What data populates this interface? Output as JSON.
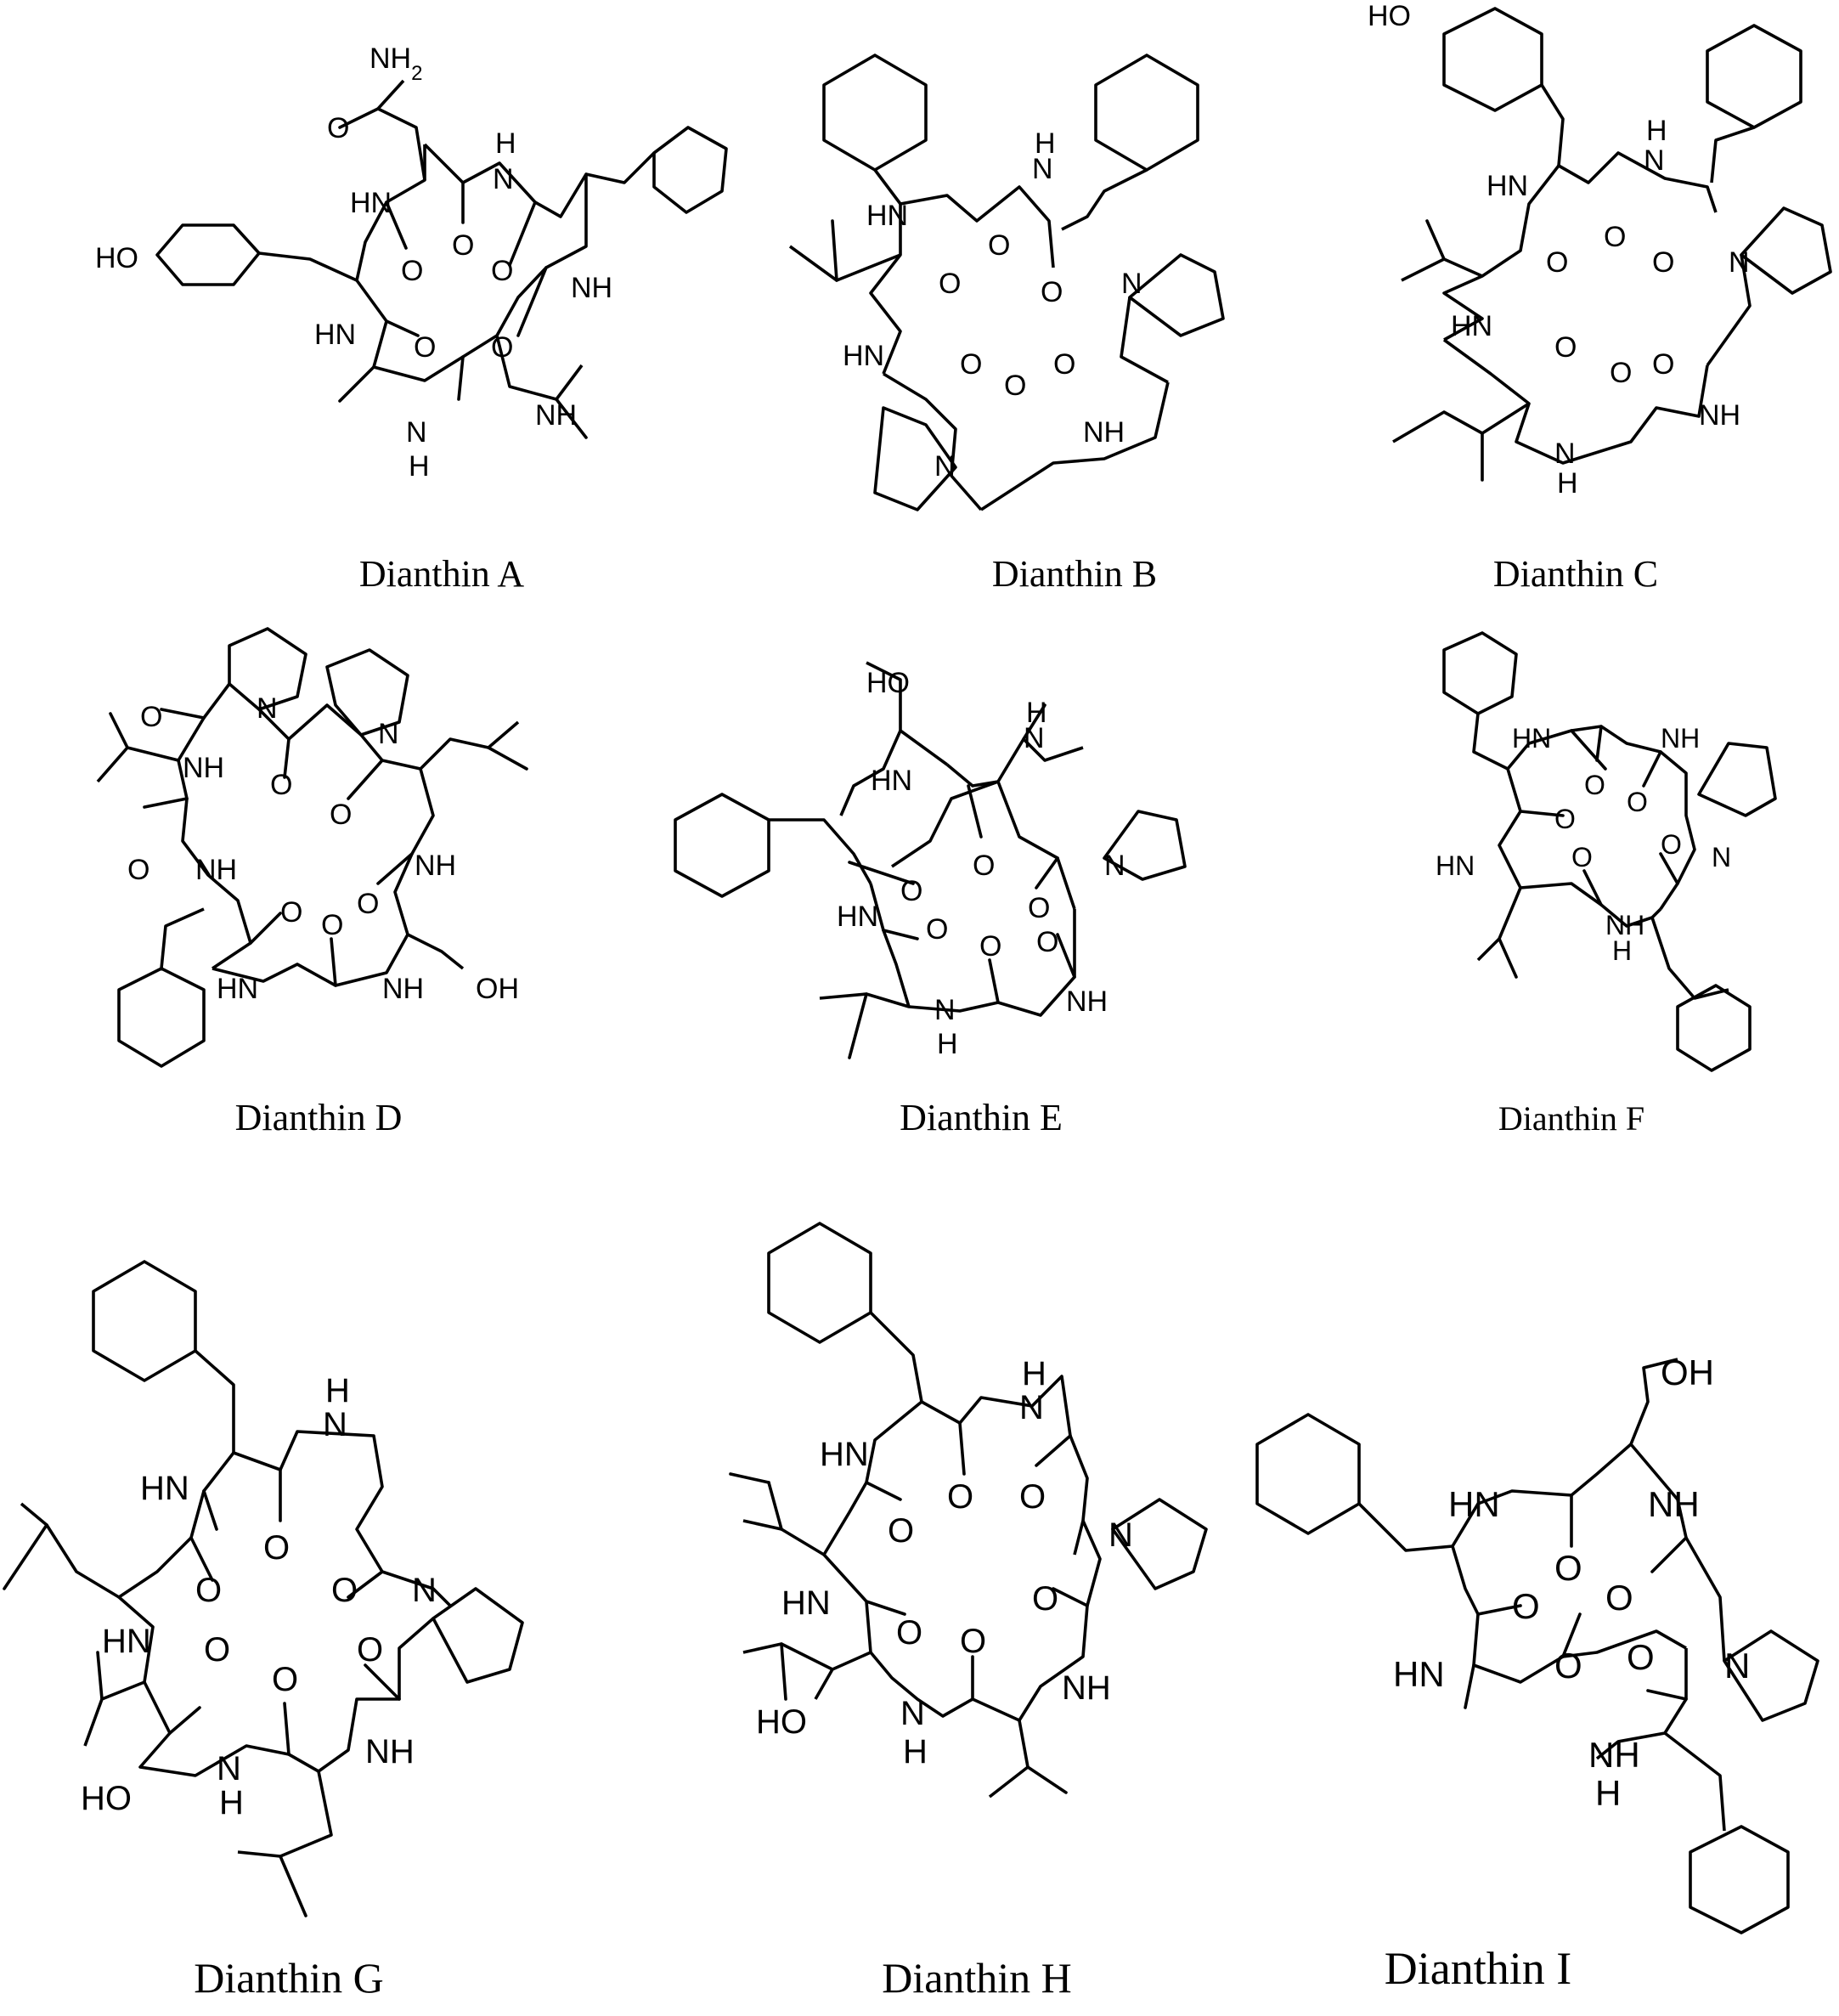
{
  "captions": {
    "a": "Dianthin A",
    "b": "Dianthin B",
    "c": "Dianthin C",
    "d": "Dianthin D",
    "e": "Dianthin E",
    "f": "Dianthin F",
    "g": "Dianthin G",
    "h": "Dianthin H",
    "i": "Dianthin I"
  },
  "atoms": {
    "nh2": "NH2",
    "nh": "NH",
    "hn": "HN",
    "n": "N",
    "h": "H",
    "o": "O",
    "ho": "HO",
    "oh": "OH"
  }
}
